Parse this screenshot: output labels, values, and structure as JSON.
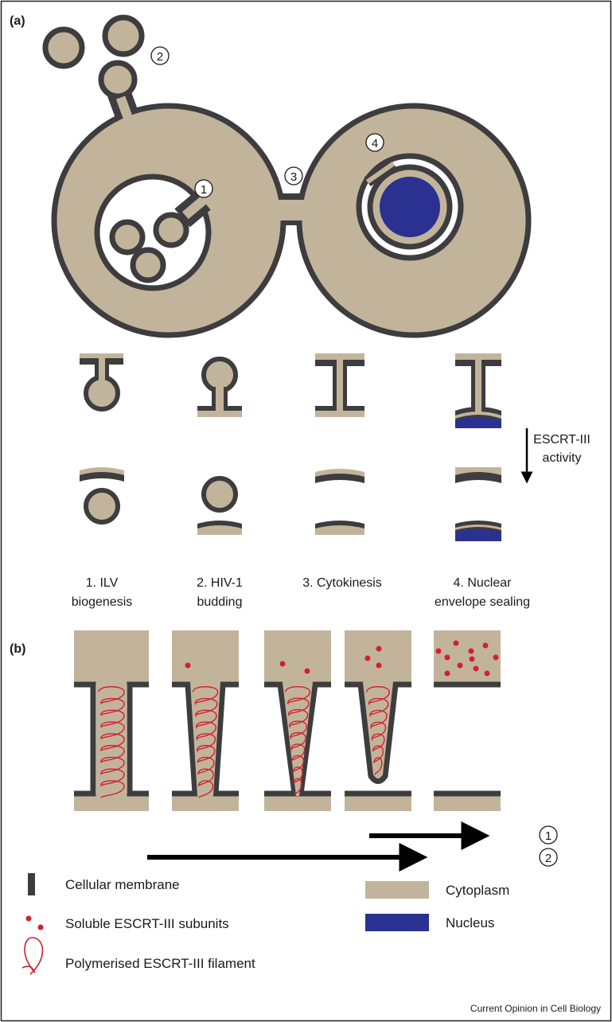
{
  "panel_a_label": "(a)",
  "panel_b_label": "(b)",
  "markers": {
    "m1": "1",
    "m2": "2",
    "m3": "3",
    "m4": "4"
  },
  "escrt_activity": {
    "line1": "ESCRT-III",
    "line2": "activity"
  },
  "processes": [
    {
      "line1": "1. ILV",
      "line2": "biogenesis"
    },
    {
      "line1": "2. HIV-1",
      "line2": "budding"
    },
    {
      "line1": "3. Cytokinesis",
      "line2": ""
    },
    {
      "line1": "4. Nuclear",
      "line2": "envelope sealing"
    }
  ],
  "arrow_markers": {
    "a1": "1",
    "a2": "2"
  },
  "legend": {
    "membrane": "Cellular membrane",
    "soluble": "Soluble ESCRT-III subunits",
    "filament": "Polymerised ESCRT-III filament",
    "cytoplasm": "Cytoplasm",
    "nucleus": "Nucleus"
  },
  "credit": "Current Opinion in Cell Biology",
  "colors": {
    "membrane": "#3d3d3f",
    "cytoplasm": "#c2b49b",
    "nucleus": "#2b3191",
    "escrt": "#d3202e",
    "frame": "#222222"
  }
}
